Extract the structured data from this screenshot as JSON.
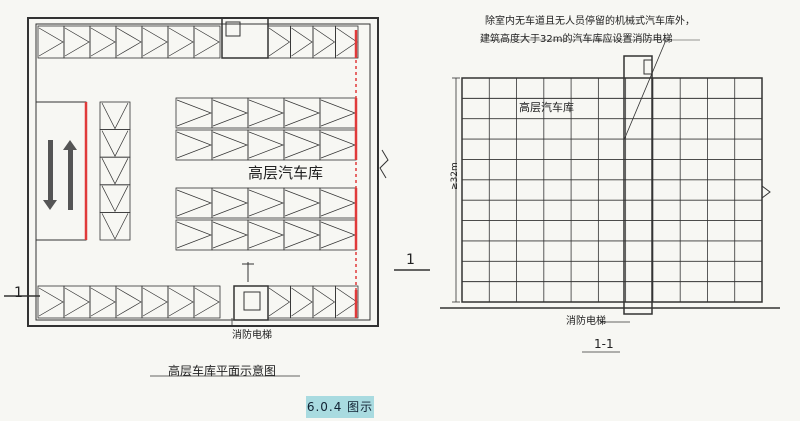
{
  "plan": {
    "title": "高层车库平面示意图",
    "center_label": "高层汽车库",
    "elevator_label": "消防电梯",
    "section_mark_left": "1",
    "section_mark_right": "1"
  },
  "section": {
    "note_line1": "除室内无车道且无人员停留的机械式汽车库外，",
    "note_line2": "建筑高度大于32m的汽车库应设置消防电梯",
    "inner_label": "高层汽车库",
    "height_label": "≥32m",
    "elevator_label": "消防电梯",
    "title": "1-1"
  },
  "figure_tag": "6.0.4 图示",
  "colors": {
    "line": "#333333",
    "accent": "#e03a3a",
    "badge": "#a9dbe0"
  }
}
